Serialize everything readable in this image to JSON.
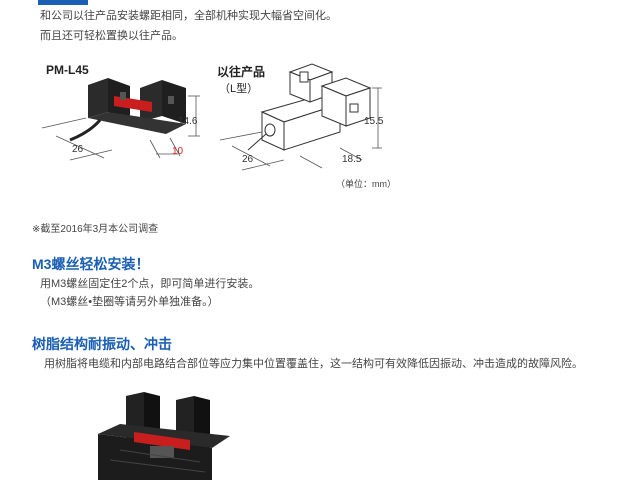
{
  "section1": {
    "line1": "和公司以往产品安装螺距相同，全部机种实现大幅省空间化。",
    "line2": "而且还可轻松置换以往产品。"
  },
  "figure": {
    "new_model": "PM-L45",
    "old_model": "以往产品",
    "old_model_sub": "（L型）",
    "new_dims": {
      "width": "26",
      "height": "14.6",
      "depth": "10"
    },
    "old_dims": {
      "width": "26",
      "height": "15.5",
      "depth": "18.5"
    },
    "unit_note": "（单位：mm）",
    "colors": {
      "body": "#2b2b2b",
      "accent": "#c81e1e",
      "red_dim": "#d02020"
    }
  },
  "survey_note": "※截至2016年3月本公司调查",
  "section2": {
    "title": "M3螺丝轻松安装！",
    "line1": "用M3螺丝固定住2个点，即可简单进行安装。",
    "line2": "（M3螺丝•垫圈等请另外单独准备。）"
  },
  "section3": {
    "title": "树脂结构耐振动、冲击",
    "line1": "用树脂将电缆和内部电路结合部位等应力集中位置覆盖住，这一结构可有效降低因振动、冲击造成的故障风险。"
  },
  "theme": {
    "accent": "#1a5fb4"
  }
}
